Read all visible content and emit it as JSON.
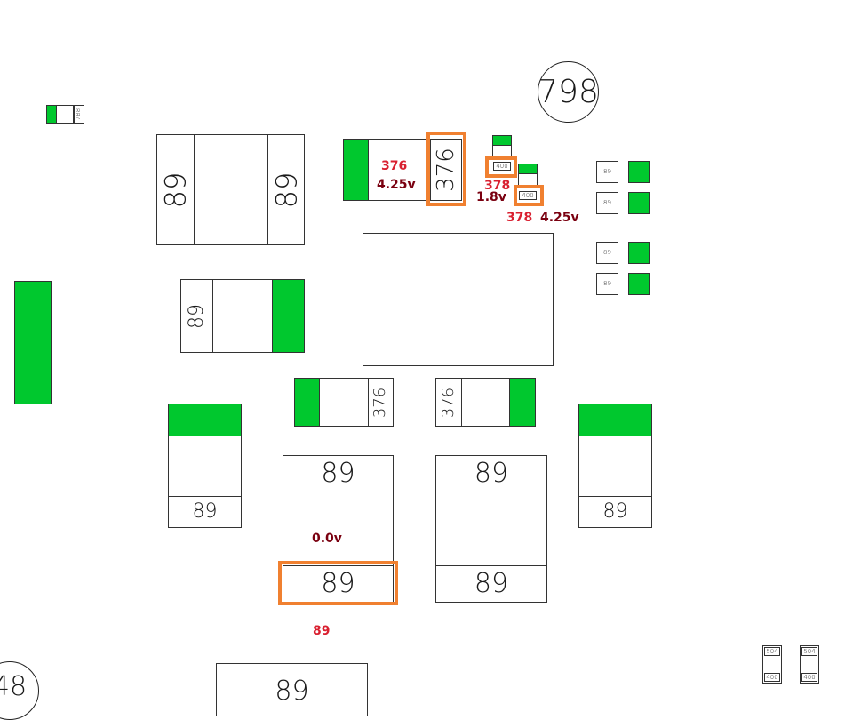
{
  "labels": {
    "c798": "798",
    "c48": "48",
    "c788": "788",
    "c376": "376",
    "c89": "89",
    "c400": "400",
    "c504": "504"
  },
  "annotations": {
    "a_376": "376",
    "a_425_left": "4.25v",
    "a_378_a": "378",
    "a_18": "1.8v",
    "a_378_b": "378",
    "a_425_right": "4.25v",
    "a_00": "0.0v",
    "a_89": "89"
  },
  "colors": {
    "pad": "#00c82e",
    "highlight": "#f08030",
    "annotation_red": "#d92030",
    "annotation_dark_red": "#7a0010"
  }
}
